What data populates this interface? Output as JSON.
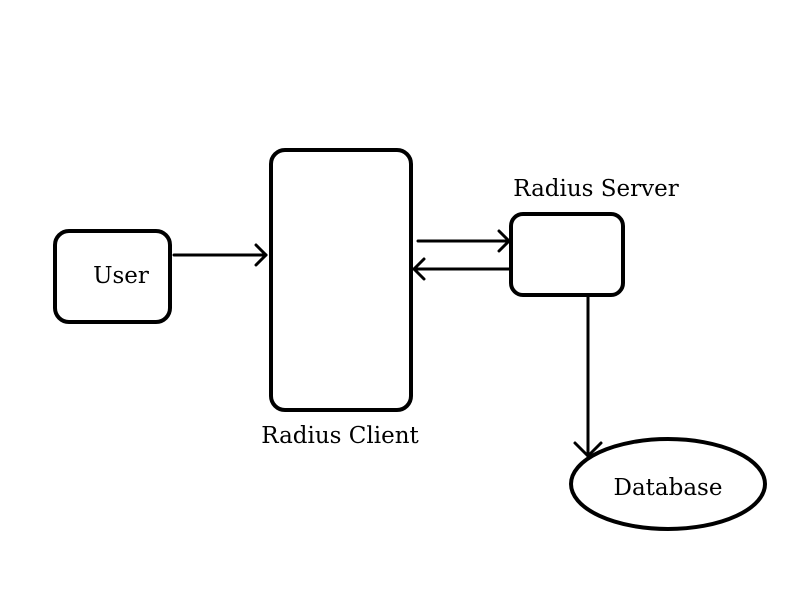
{
  "nodes": {
    "user": {
      "label": "User"
    },
    "radius_client": {
      "label": "Radius Client"
    },
    "radius_server": {
      "label": "Radius Server"
    },
    "database": {
      "label": "Database"
    }
  },
  "edges": [
    {
      "from": "User",
      "to": "Radius Client"
    },
    {
      "from": "Radius Client",
      "to": "Radius Server"
    },
    {
      "from": "Radius Server",
      "to": "Radius Client"
    },
    {
      "from": "Radius Server",
      "to": "Database"
    }
  ],
  "colors": {
    "stroke": "#000000",
    "background": "#ffffff"
  }
}
